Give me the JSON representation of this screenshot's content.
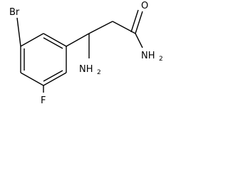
{
  "molecule": {
    "atoms": {
      "br": "Br",
      "f": "F",
      "o": "O",
      "amine_n": "NH",
      "amine_sub": "2",
      "amide_n": "NH",
      "amide_sub": "2"
    }
  }
}
